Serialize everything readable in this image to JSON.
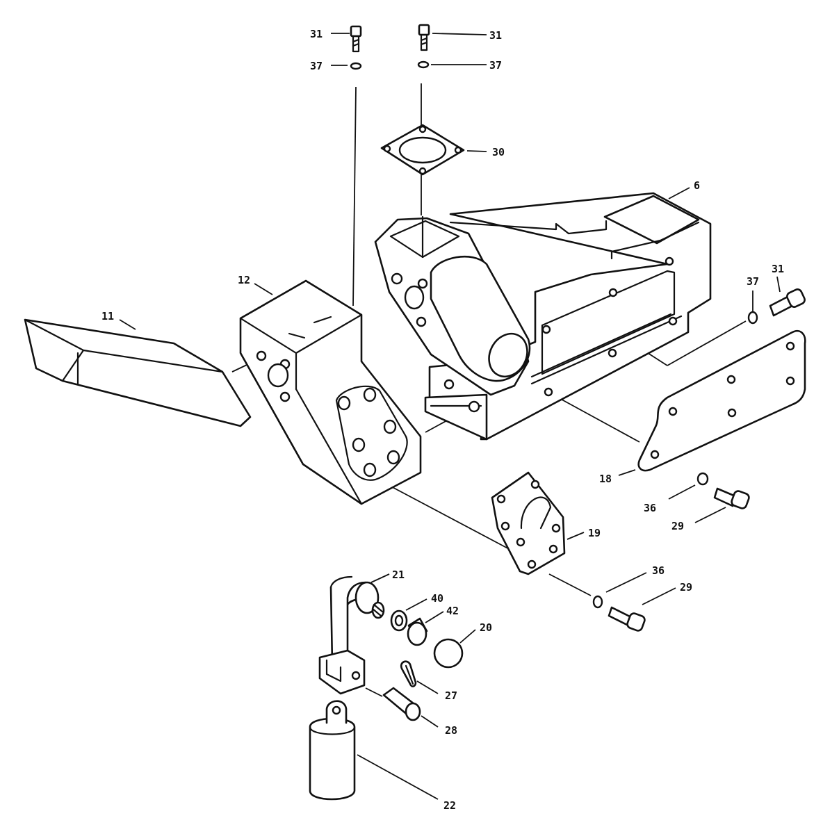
{
  "callouts": [
    {
      "id": "c31a",
      "text": "31"
    },
    {
      "id": "c31b",
      "text": "31"
    },
    {
      "id": "c37a",
      "text": "37"
    },
    {
      "id": "c37b",
      "text": "37"
    },
    {
      "id": "c30",
      "text": "30"
    },
    {
      "id": "c6",
      "text": "6"
    },
    {
      "id": "c12",
      "text": "12"
    },
    {
      "id": "c11",
      "text": "11"
    },
    {
      "id": "c37c",
      "text": "37"
    },
    {
      "id": "c31c",
      "text": "31"
    },
    {
      "id": "c18",
      "text": "18"
    },
    {
      "id": "c36a",
      "text": "36"
    },
    {
      "id": "c29a",
      "text": "29"
    },
    {
      "id": "c19",
      "text": "19"
    },
    {
      "id": "c36b",
      "text": "36"
    },
    {
      "id": "c29b",
      "text": "29"
    },
    {
      "id": "c21",
      "text": "21"
    },
    {
      "id": "c40",
      "text": "40"
    },
    {
      "id": "c42",
      "text": "42"
    },
    {
      "id": "c20",
      "text": "20"
    },
    {
      "id": "c27",
      "text": "27"
    },
    {
      "id": "c28",
      "text": "28"
    },
    {
      "id": "c22",
      "text": "22"
    }
  ]
}
